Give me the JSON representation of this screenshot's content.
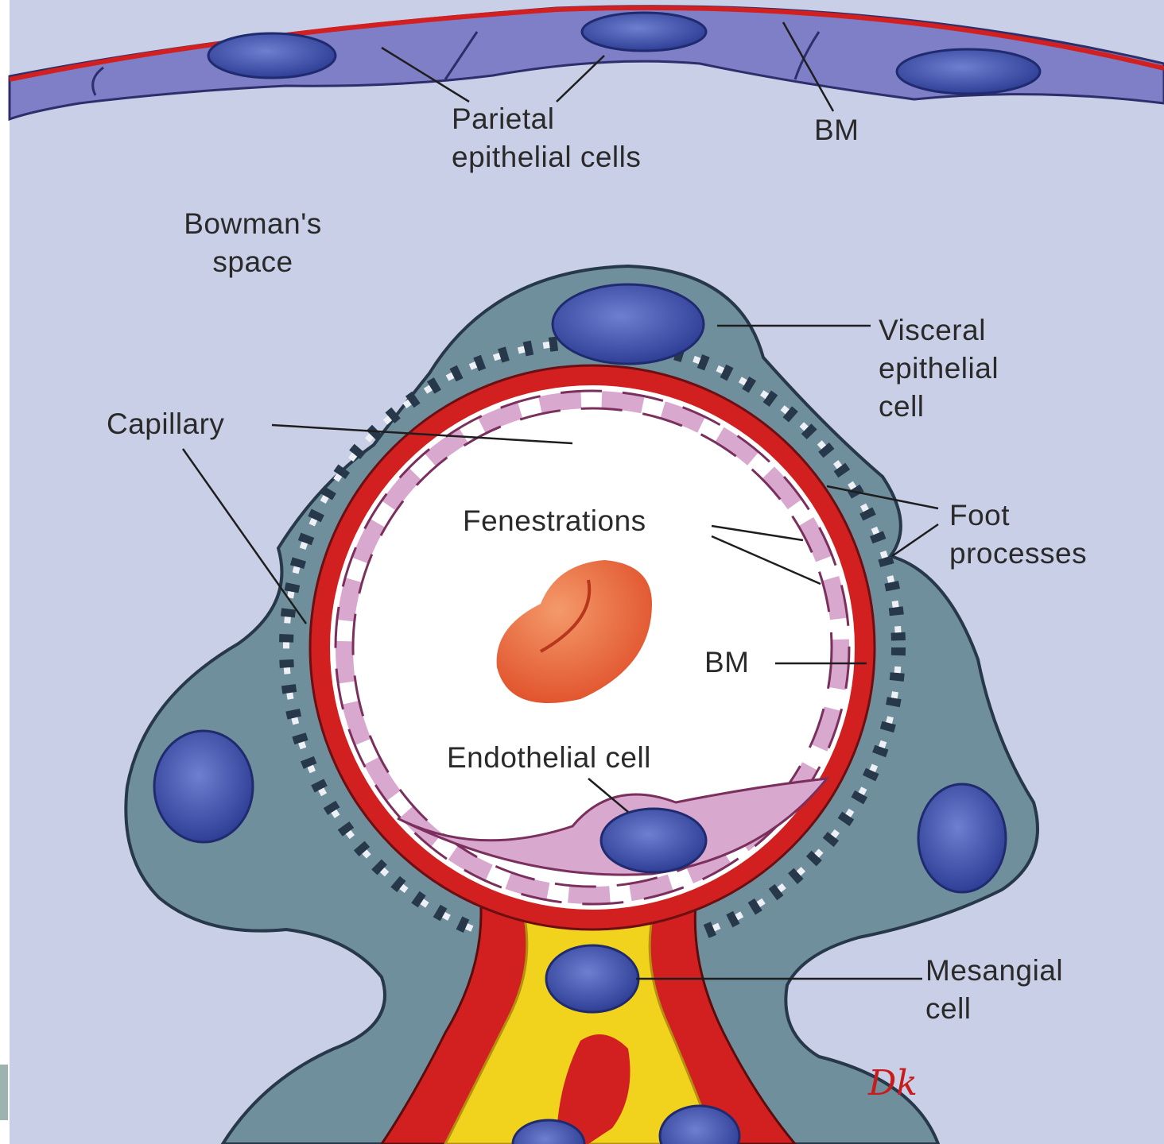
{
  "labels": {
    "parietal": [
      "Parietal",
      "epithelial cells"
    ],
    "bm_top": "BM",
    "bowmans": [
      "Bowman's",
      "space"
    ],
    "visceral": [
      "Visceral",
      "epithelial",
      "cell"
    ],
    "capillary": "Capillary",
    "foot": [
      "Foot",
      "processes"
    ],
    "fenestrations": "Fenestrations",
    "bm_inner": "BM",
    "endothelial": "Endothelial cell",
    "mesangial": [
      "Mesangial",
      "cell"
    ]
  },
  "signature": "Dk",
  "colors": {
    "bowman_space": "#c9cfe6",
    "membrane_red": "#d21f1f",
    "podocyte": "#6f8f9c",
    "nucleus": "#3b4fa6",
    "fenestra": "#d9a8cf",
    "mesangium": "#f1d21c",
    "rbc": "#e8643a",
    "lumen": "#ffffff"
  }
}
